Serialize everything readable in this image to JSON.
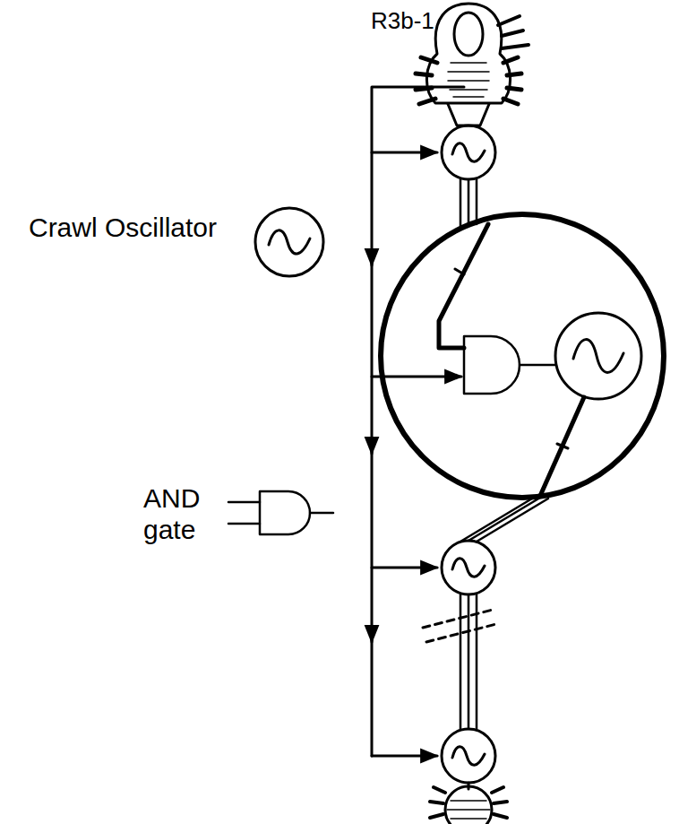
{
  "diagram": {
    "labels": [
      "R3b-1"
    ],
    "legend": [
      {
        "text": "Crawl Oscillator"
      },
      {
        "text": "AND gate"
      }
    ]
  }
}
